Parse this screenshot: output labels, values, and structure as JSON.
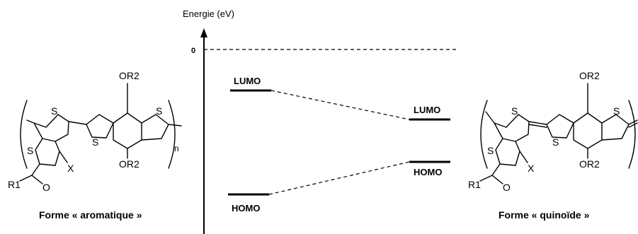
{
  "axis": {
    "label": "Energie (eV)",
    "zero_label": "0"
  },
  "levels": {
    "left_lumo": "LUMO",
    "left_homo": "HOMO",
    "right_lumo": "LUMO",
    "right_homo": "HOMO"
  },
  "molecules": {
    "left_caption": "Forme « aromatique »",
    "right_caption": "Forme « quinoïde »",
    "atom_s": "S",
    "atom_x": "X",
    "atom_o": "O",
    "group_or2_top": "OR2",
    "group_or2_bottom": "OR2",
    "group_r1": "R1",
    "subscript_n": "n"
  }
}
